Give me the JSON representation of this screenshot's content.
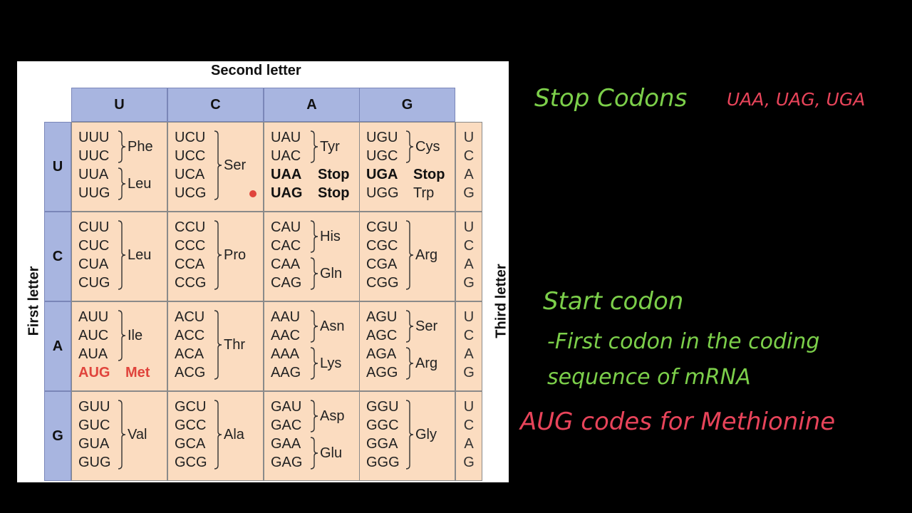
{
  "table": {
    "second_letter_label": "Second letter",
    "first_letter_label": "First letter",
    "third_letter_label": "Third letter",
    "bases": [
      "U",
      "C",
      "A",
      "G"
    ],
    "rows": [
      {
        "first": "U",
        "cells": [
          {
            "codons": [
              "UUU",
              "UUC",
              "UUA",
              "UUG"
            ],
            "groups": [
              {
                "label": "Phe",
                "span": [
                  0,
                  1
                ]
              },
              {
                "label": "Leu",
                "span": [
                  2,
                  3
                ]
              }
            ]
          },
          {
            "codons": [
              "UCU",
              "UCC",
              "UCA",
              "UCG"
            ],
            "groups": [
              {
                "label": "Ser",
                "span": [
                  0,
                  3
                ]
              }
            ]
          },
          {
            "codons": [
              "UAU",
              "UAC",
              "UAA",
              "UAG"
            ],
            "groups": [
              {
                "label": "Tyr",
                "span": [
                  0,
                  1
                ]
              },
              {
                "label": "Stop",
                "span": [
                  2,
                  2
                ],
                "style": "bold"
              },
              {
                "label": "Stop",
                "span": [
                  3,
                  3
                ],
                "style": "bold"
              }
            ],
            "bold_codons": [
              2,
              3
            ]
          },
          {
            "codons": [
              "UGU",
              "UGC",
              "UGA",
              "UGG"
            ],
            "groups": [
              {
                "label": "Cys",
                "span": [
                  0,
                  1
                ]
              },
              {
                "label": "Stop",
                "span": [
                  2,
                  2
                ],
                "style": "bold"
              },
              {
                "label": "Trp",
                "span": [
                  3,
                  3
                ]
              }
            ],
            "bold_codons": [
              2
            ]
          }
        ]
      },
      {
        "first": "C",
        "cells": [
          {
            "codons": [
              "CUU",
              "CUC",
              "CUA",
              "CUG"
            ],
            "groups": [
              {
                "label": "Leu",
                "span": [
                  0,
                  3
                ]
              }
            ]
          },
          {
            "codons": [
              "CCU",
              "CCC",
              "CCA",
              "CCG"
            ],
            "groups": [
              {
                "label": "Pro",
                "span": [
                  0,
                  3
                ]
              }
            ]
          },
          {
            "codons": [
              "CAU",
              "CAC",
              "CAA",
              "CAG"
            ],
            "groups": [
              {
                "label": "His",
                "span": [
                  0,
                  1
                ]
              },
              {
                "label": "Gln",
                "span": [
                  2,
                  3
                ]
              }
            ]
          },
          {
            "codons": [
              "CGU",
              "CGC",
              "CGA",
              "CGG"
            ],
            "groups": [
              {
                "label": "Arg",
                "span": [
                  0,
                  3
                ]
              }
            ]
          }
        ]
      },
      {
        "first": "A",
        "cells": [
          {
            "codons": [
              "AUU",
              "AUC",
              "AUA",
              "AUG"
            ],
            "groups": [
              {
                "label": "Ile",
                "span": [
                  0,
                  2
                ]
              },
              {
                "label": "Met",
                "span": [
                  3,
                  3
                ],
                "style": "red"
              }
            ],
            "red_codons": [
              3
            ]
          },
          {
            "codons": [
              "ACU",
              "ACC",
              "ACA",
              "ACG"
            ],
            "groups": [
              {
                "label": "Thr",
                "span": [
                  0,
                  3
                ]
              }
            ]
          },
          {
            "codons": [
              "AAU",
              "AAC",
              "AAA",
              "AAG"
            ],
            "groups": [
              {
                "label": "Asn",
                "span": [
                  0,
                  1
                ]
              },
              {
                "label": "Lys",
                "span": [
                  2,
                  3
                ]
              }
            ]
          },
          {
            "codons": [
              "AGU",
              "AGC",
              "AGA",
              "AGG"
            ],
            "groups": [
              {
                "label": "Ser",
                "span": [
                  0,
                  1
                ]
              },
              {
                "label": "Arg",
                "span": [
                  2,
                  3
                ]
              }
            ]
          }
        ]
      },
      {
        "first": "G",
        "cells": [
          {
            "codons": [
              "GUU",
              "GUC",
              "GUA",
              "GUG"
            ],
            "groups": [
              {
                "label": "Val",
                "span": [
                  0,
                  3
                ]
              }
            ]
          },
          {
            "codons": [
              "GCU",
              "GCC",
              "GCA",
              "GCG"
            ],
            "groups": [
              {
                "label": "Ala",
                "span": [
                  0,
                  3
                ]
              }
            ]
          },
          {
            "codons": [
              "GAU",
              "GAC",
              "GAA",
              "GAG"
            ],
            "groups": [
              {
                "label": "Asp",
                "span": [
                  0,
                  1
                ]
              },
              {
                "label": "Glu",
                "span": [
                  2,
                  3
                ]
              }
            ]
          },
          {
            "codons": [
              "GGU",
              "GGC",
              "GGA",
              "GGG"
            ],
            "groups": [
              {
                "label": "Gly",
                "span": [
                  0,
                  3
                ]
              }
            ]
          }
        ]
      }
    ],
    "colors": {
      "header": "#a8b5e0",
      "cell": "#fbdcc0",
      "highlight": "#e0443c"
    }
  },
  "notes": {
    "stop_title": "Stop Codons",
    "stop_list": "UAA, UAG, UGA",
    "start_title": "Start codon",
    "start_line1": "-First codon in the coding",
    "start_line2": "sequence of mRNA",
    "aug_note": "AUG codes for Methionine",
    "colors": {
      "green": "#7ccf4a",
      "red": "#e8445a"
    }
  }
}
